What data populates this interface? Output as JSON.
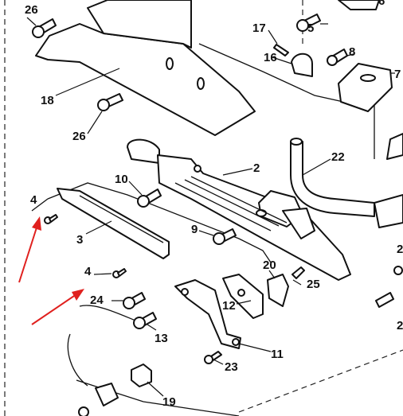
{
  "colors": {
    "line": "#111111",
    "arrow": "#e0201e",
    "background": "#ffffff"
  },
  "callouts": [
    {
      "id": "l26a",
      "text": "26"
    },
    {
      "id": "l26b",
      "text": "26"
    },
    {
      "id": "l18",
      "text": "18"
    },
    {
      "id": "l17",
      "text": "17"
    },
    {
      "id": "l16",
      "text": "16"
    },
    {
      "id": "l5",
      "text": "5"
    },
    {
      "id": "l6",
      "text": "6"
    },
    {
      "id": "l8",
      "text": "8"
    },
    {
      "id": "l7",
      "text": "7"
    },
    {
      "id": "l22",
      "text": "22"
    },
    {
      "id": "l2",
      "text": "2"
    },
    {
      "id": "l10",
      "text": "10"
    },
    {
      "id": "l4a",
      "text": "4"
    },
    {
      "id": "l4b",
      "text": "4"
    },
    {
      "id": "l9",
      "text": "9"
    },
    {
      "id": "l3",
      "text": "3"
    },
    {
      "id": "l20",
      "text": "20"
    },
    {
      "id": "l25",
      "text": "25"
    },
    {
      "id": "l24",
      "text": "24"
    },
    {
      "id": "l12",
      "text": "12"
    },
    {
      "id": "l13",
      "text": "13"
    },
    {
      "id": "l11",
      "text": "11"
    },
    {
      "id": "l23",
      "text": "23"
    },
    {
      "id": "l19",
      "text": "19"
    },
    {
      "id": "lr2",
      "text": "2"
    },
    {
      "id": "lr2b",
      "text": "2"
    }
  ]
}
